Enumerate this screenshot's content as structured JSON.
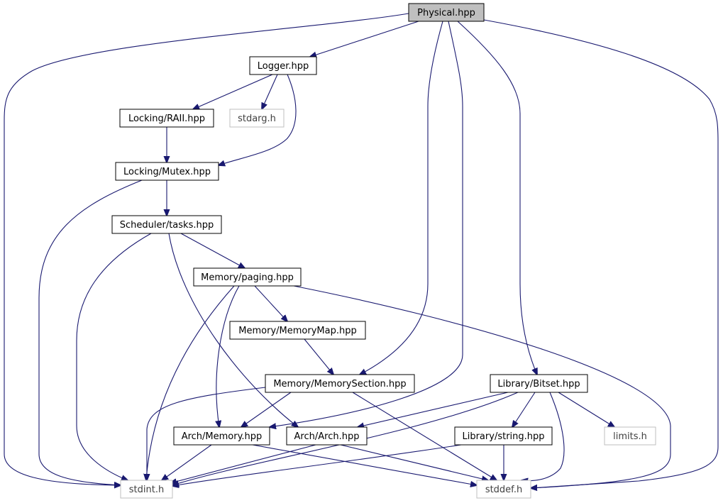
{
  "nodes": [
    {
      "id": "physical",
      "label": "Physical.hpp",
      "style": "root"
    },
    {
      "id": "logger",
      "label": "Logger.hpp",
      "style": "internal"
    },
    {
      "id": "raii",
      "label": "Locking/RAII.hpp",
      "style": "internal"
    },
    {
      "id": "stdarg",
      "label": "stdarg.h",
      "style": "external"
    },
    {
      "id": "mutex",
      "label": "Locking/Mutex.hpp",
      "style": "internal"
    },
    {
      "id": "tasks",
      "label": "Scheduler/tasks.hpp",
      "style": "internal"
    },
    {
      "id": "paging",
      "label": "Memory/paging.hpp",
      "style": "internal"
    },
    {
      "id": "memmap",
      "label": "Memory/MemoryMap.hpp",
      "style": "internal"
    },
    {
      "id": "memsection",
      "label": "Memory/MemorySection.hpp",
      "style": "internal"
    },
    {
      "id": "bitset",
      "label": "Library/Bitset.hpp",
      "style": "internal"
    },
    {
      "id": "archmem",
      "label": "Arch/Memory.hpp",
      "style": "internal"
    },
    {
      "id": "arch",
      "label": "Arch/Arch.hpp",
      "style": "internal"
    },
    {
      "id": "libstring",
      "label": "Library/string.hpp",
      "style": "internal"
    },
    {
      "id": "limits",
      "label": "limits.h",
      "style": "external"
    },
    {
      "id": "stdint",
      "label": "stdint.h",
      "style": "external"
    },
    {
      "id": "stddef",
      "label": "stddef.h",
      "style": "external"
    }
  ],
  "edges": [
    {
      "from": "physical",
      "to": "logger"
    },
    {
      "from": "physical",
      "to": "stdint"
    },
    {
      "from": "physical",
      "to": "stddef"
    },
    {
      "from": "physical",
      "to": "memsection"
    },
    {
      "from": "physical",
      "to": "archmem"
    },
    {
      "from": "physical",
      "to": "bitset"
    },
    {
      "from": "logger",
      "to": "raii"
    },
    {
      "from": "logger",
      "to": "stdarg"
    },
    {
      "from": "logger",
      "to": "mutex"
    },
    {
      "from": "raii",
      "to": "mutex"
    },
    {
      "from": "mutex",
      "to": "tasks"
    },
    {
      "from": "mutex",
      "to": "stdint"
    },
    {
      "from": "tasks",
      "to": "paging"
    },
    {
      "from": "tasks",
      "to": "stdint"
    },
    {
      "from": "tasks",
      "to": "arch"
    },
    {
      "from": "paging",
      "to": "memmap"
    },
    {
      "from": "paging",
      "to": "stdint"
    },
    {
      "from": "paging",
      "to": "archmem"
    },
    {
      "from": "paging",
      "to": "stddef"
    },
    {
      "from": "memmap",
      "to": "memsection"
    },
    {
      "from": "memsection",
      "to": "stdint"
    },
    {
      "from": "memsection",
      "to": "archmem"
    },
    {
      "from": "memsection",
      "to": "stddef"
    },
    {
      "from": "bitset",
      "to": "limits"
    },
    {
      "from": "bitset",
      "to": "libstring"
    },
    {
      "from": "bitset",
      "to": "stddef"
    },
    {
      "from": "bitset",
      "to": "arch"
    },
    {
      "from": "bitset",
      "to": "stdint"
    },
    {
      "from": "archmem",
      "to": "stdint"
    },
    {
      "from": "archmem",
      "to": "stddef"
    },
    {
      "from": "arch",
      "to": "stdint"
    },
    {
      "from": "arch",
      "to": "stddef"
    },
    {
      "from": "libstring",
      "to": "stdint"
    },
    {
      "from": "libstring",
      "to": "stddef"
    }
  ],
  "colors": {
    "edge": "#191970",
    "root_fill": "#bfbfbf",
    "internal_border": "#000000",
    "external_border": "#bfbfbf",
    "internal_text": "#000000",
    "external_text": "#404040"
  }
}
